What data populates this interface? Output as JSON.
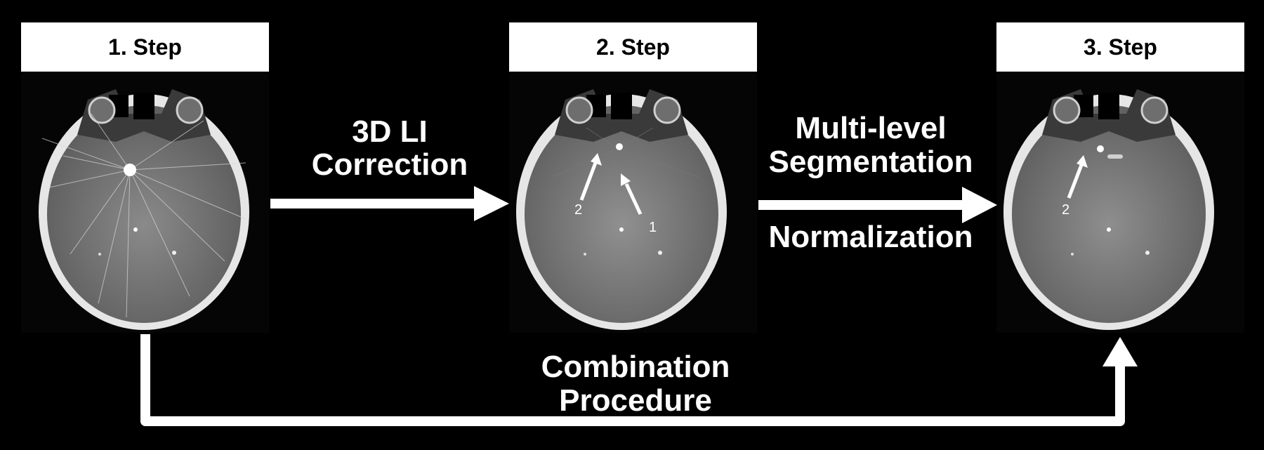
{
  "steps": [
    {
      "header": "1. Step"
    },
    {
      "header": "2. Step",
      "annotations": [
        "2",
        "1"
      ]
    },
    {
      "header": "3. Step",
      "annotations": [
        "2"
      ]
    }
  ],
  "transitions": {
    "step1_to_step2": {
      "line1": "3D LI",
      "line2": "Correction"
    },
    "step2_to_step3": {
      "line1": "Multi-level",
      "line2": "Segmentation",
      "line3": "Normalization"
    },
    "combination": {
      "line1": "Combination",
      "line2": "Procedure"
    }
  },
  "colors": {
    "background": "#000000",
    "foreground": "#ffffff"
  }
}
